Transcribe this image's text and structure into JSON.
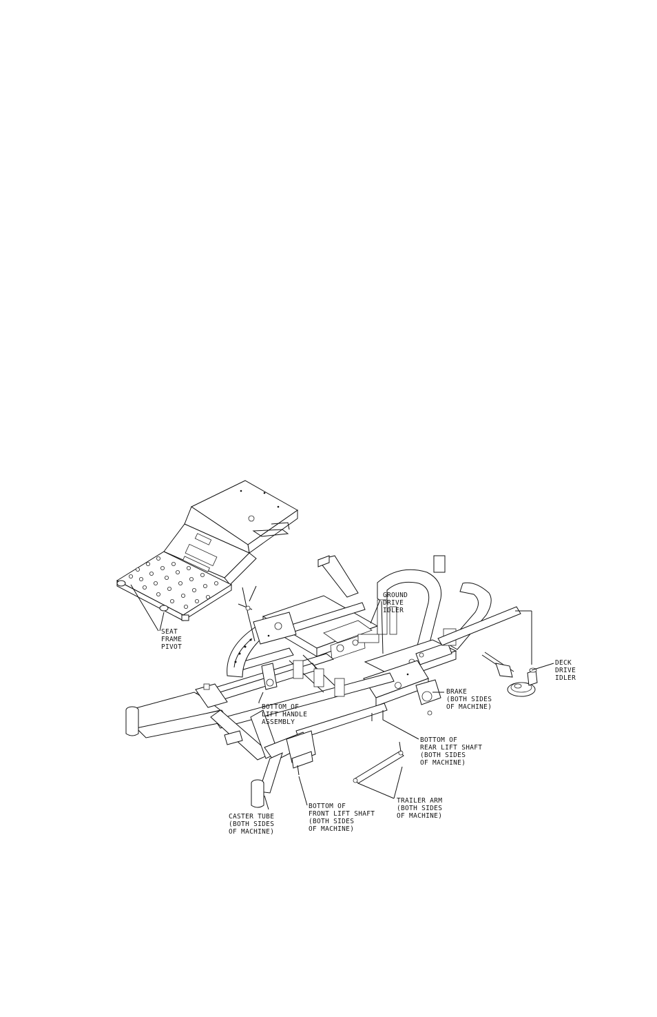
{
  "callouts": [
    {
      "id": "seat-frame-pivot",
      "lines": [
        "SEAT",
        "FRAME",
        "PIVOT"
      ]
    },
    {
      "id": "ground-drive-idler",
      "lines": [
        "GROUND",
        "DRIVE",
        "IDLER"
      ]
    },
    {
      "id": "deck-drive-idler",
      "lines": [
        "DECK",
        "DRIVE",
        "IDLER"
      ]
    },
    {
      "id": "brake",
      "lines": [
        "BRAKE",
        "(BOTH SIDES",
        "OF MACHINE)"
      ]
    },
    {
      "id": "bottom-of-lift-handle-assembly",
      "lines": [
        "BOTTOM OF",
        "LIFT HANDLE",
        "ASSEMBLY"
      ]
    },
    {
      "id": "bottom-of-rear-lift-shaft",
      "lines": [
        "BOTTOM OF",
        "REAR LIFT SHAFT",
        "(BOTH SIDES",
        "OF MACHINE)"
      ]
    },
    {
      "id": "trailer-arm",
      "lines": [
        "TRAILER ARM",
        "(BOTH SIDES",
        "OF MACHINE)"
      ]
    },
    {
      "id": "bottom-of-front-lift-shaft",
      "lines": [
        "BOTTOM OF",
        "FRONT LIFT SHAFT",
        "(BOTH SIDES",
        "OF MACHINE)"
      ]
    },
    {
      "id": "caster-tube",
      "lines": [
        "CASTER TUBE",
        "(BOTH SIDES",
        "OF MACHINE)"
      ]
    }
  ]
}
